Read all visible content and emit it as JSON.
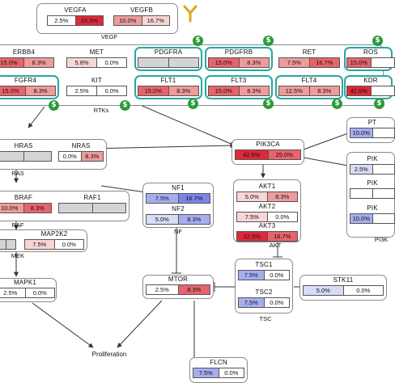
{
  "colors": {
    "red1": "#f7d6d6",
    "red2": "#ef9b9b",
    "red3": "#e8636b",
    "red4": "#dd2a3a",
    "blue1": "#d8dcf8",
    "blue2": "#a6aef0",
    "blue3": "#7a86e6",
    "gray": "#d4d4d4",
    "white": "#ffffff",
    "teal": "#2aa6a0"
  },
  "groups": {
    "vegf": "VEGF",
    "rtks": "RTKs",
    "ras": "RAS",
    "raf": "RAF",
    "mek": "MEK",
    "nf": "NF",
    "akt": "AKT",
    "tsc": "TSC",
    "pi3k_side": "PI3K"
  },
  "nodes": {
    "vegfa": {
      "name": "VEGFA",
      "a": "2.5%",
      "b": "33.3%"
    },
    "vegfb": {
      "name": "VEGFB",
      "a": "10.0%",
      "b": "16.7%"
    },
    "erbb4": {
      "name": "ERBB4",
      "a": "15.0%",
      "b": "8.3%"
    },
    "met": {
      "name": "MET",
      "a": "5.8%",
      "b": "0.0%"
    },
    "pdgfra": {
      "name": "PDGFRA",
      "a": "",
      "b": ""
    },
    "pdgfrb": {
      "name": "PDGFRB",
      "a": "15.0%",
      "b": "8.3%"
    },
    "ret": {
      "name": "RET",
      "a": "7.5%",
      "b": "16.7%"
    },
    "ros": {
      "name": "ROS",
      "a": "15.0%",
      "b": ""
    },
    "fgfr4": {
      "name": "FGFR4",
      "a": "15.0%",
      "b": "8.3%"
    },
    "kit": {
      "name": "KIT",
      "a": "2.5%",
      "b": "0.0%"
    },
    "flt1": {
      "name": "FLT1",
      "a": "15.0%",
      "b": "8.3%"
    },
    "flt3": {
      "name": "FLT3",
      "a": "15.0%",
      "b": "8.3%"
    },
    "flt4": {
      "name": "FLT4",
      "a": "12.5%",
      "b": "8.3%"
    },
    "kdr": {
      "name": "KDR",
      "a": "42.5%",
      "b": ""
    },
    "hras": {
      "name": "HRAS",
      "a": "",
      "b": ""
    },
    "nras": {
      "name": "NRAS",
      "a": "0.0%",
      "b": "8.3%"
    },
    "braf": {
      "name": "BRAF",
      "a": "10.0%",
      "b": "8.3%"
    },
    "raf1": {
      "name": "RAF1",
      "a": "",
      "b": ""
    },
    "map2k1": {
      "name": "",
      "a": "",
      "b": ""
    },
    "map2k2": {
      "name": "MAP2K2",
      "a": "7.5%",
      "b": "0.0%"
    },
    "mapk1": {
      "name": "MAPK1",
      "a": "2.5%",
      "b": "0.0%"
    },
    "nf1": {
      "name": "NF1",
      "a": "7.5%",
      "b": "16.7%"
    },
    "nf2": {
      "name": "NF2",
      "a": "5.0%",
      "b": "8.3%"
    },
    "mtor": {
      "name": "MTOR",
      "a": "2.5%",
      "b": "8.3%"
    },
    "pik3ca": {
      "name": "PIK3CA",
      "a": "42.5%",
      "b": "25.0%"
    },
    "pten": {
      "name": "PT",
      "a": "10.0%",
      "b": ""
    },
    "akt1": {
      "name": "AKT1",
      "a": "5.0%",
      "b": "8.3%"
    },
    "akt2": {
      "name": "AKT2",
      "a": "7.5%",
      "b": "0.0%"
    },
    "akt3": {
      "name": "AKT3",
      "a": "22.5%",
      "b": "16.7%"
    },
    "pik_a": {
      "name": "PIK",
      "a": "2.5%",
      "b": ""
    },
    "pik_b": {
      "name": "PIK",
      "a": "",
      "b": ""
    },
    "pik_c": {
      "name": "PIK",
      "a": "10.0%",
      "b": ""
    },
    "tsc1": {
      "name": "TSC1",
      "a": "7.5%",
      "b": "0.0%"
    },
    "tsc2": {
      "name": "TSC2",
      "a": "7.5%",
      "b": "0.0%"
    },
    "stk11": {
      "name": "STK11",
      "a": "5.0%",
      "b": "0.0%"
    },
    "flcn": {
      "name": "FLCN",
      "a": "7.5%",
      "b": "0.0%"
    }
  },
  "labels": {
    "proliferation": "Proliferation"
  },
  "icons": {
    "drug": "dollar-drug-icon",
    "antibody": "antibody-icon"
  }
}
